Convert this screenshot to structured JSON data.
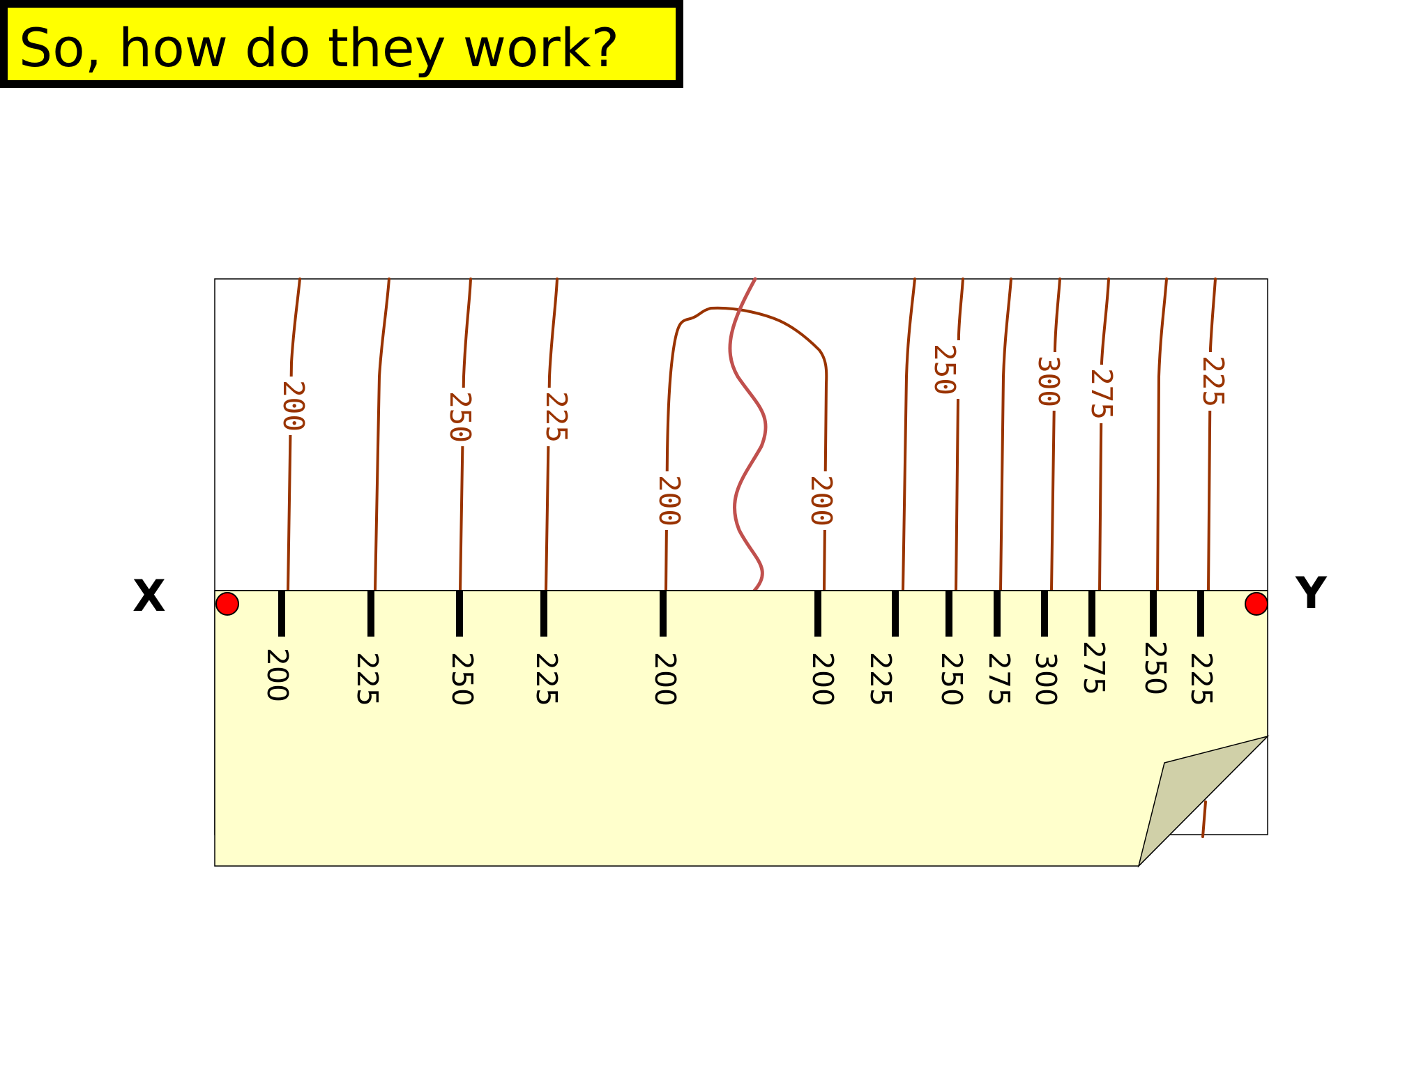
{
  "slide": {
    "title": "So, how do they work?"
  },
  "cross_section": {
    "start_label": "X",
    "end_label": "Y"
  },
  "map_contours": [
    {
      "label": "200"
    },
    {
      "label": "250"
    },
    {
      "label": "225"
    },
    {
      "label": "200"
    },
    {
      "label": "200"
    },
    {
      "label": "250"
    },
    {
      "label": "300"
    },
    {
      "label": "275"
    },
    {
      "label": "225"
    }
  ],
  "strip_ticks": [
    "200",
    "225",
    "250",
    "225",
    "200",
    "200",
    "225",
    "250",
    "275",
    "300",
    "275",
    "250",
    "225"
  ],
  "colors": {
    "title_bg": "#ffff00",
    "contour": "#993300",
    "river": "#c0504d",
    "paper_strip": "#ffffcc",
    "paper_fold": "#d0d0a8",
    "marker": "#ff0000",
    "tick": "#000000"
  }
}
